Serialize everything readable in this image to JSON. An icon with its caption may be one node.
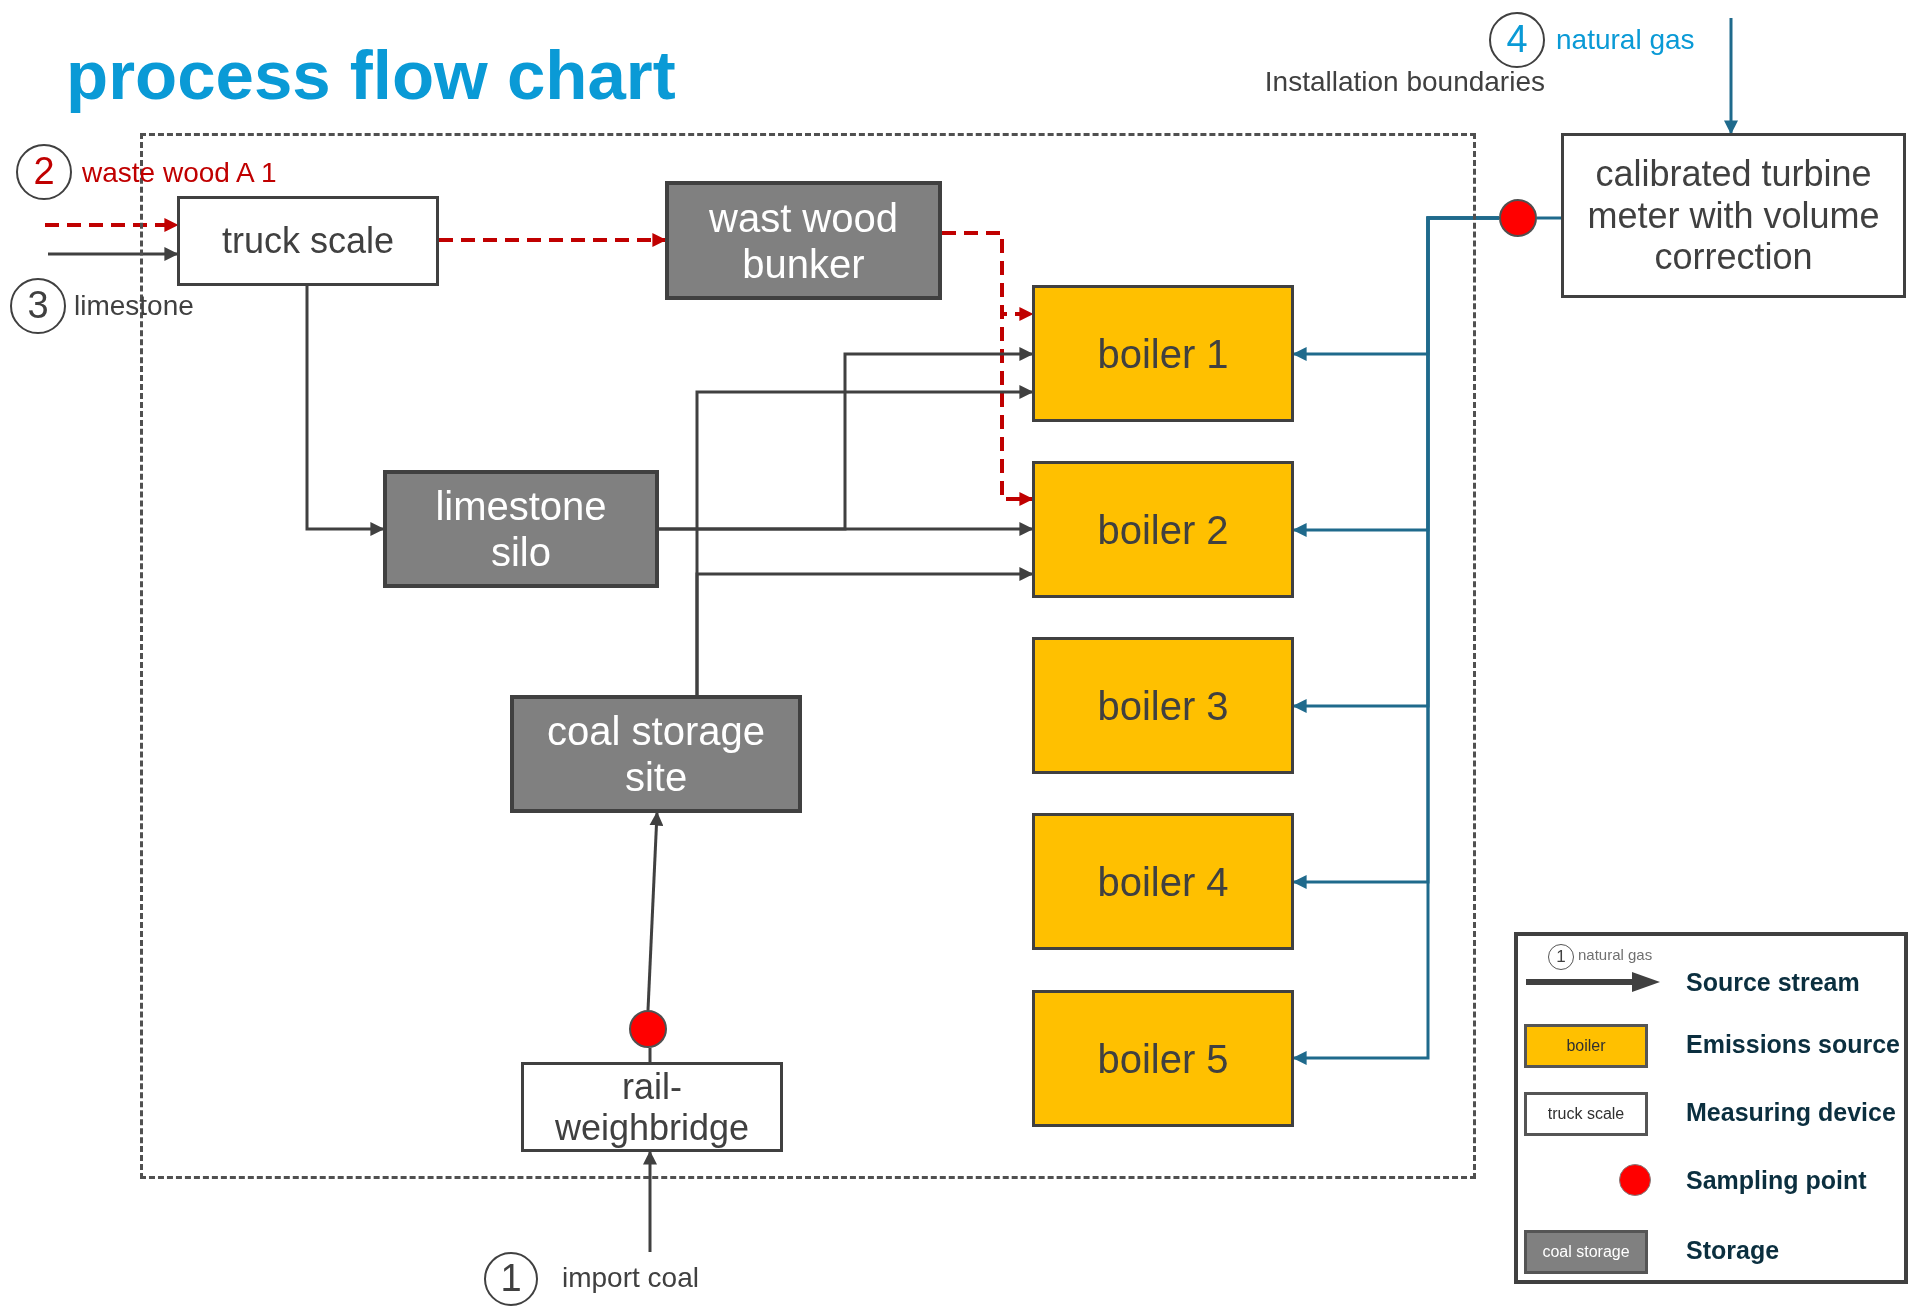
{
  "diagram": {
    "title": "process flow chart",
    "nodes": [
      {
        "text": [
          "Installation boundaries"
        ]
      },
      {
        "text": [
          "truck scale"
        ],
        "in": 0
      },
      {
        "text": [
          "wast wood bunker"
        ],
        "in": 0
      },
      {
        "text": [
          "limestone silo"
        ],
        "in": 0
      },
      {
        "text": [
          "coal storage site"
        ],
        "in": 0
      },
      {
        "text": [
          "rail-weighbridge"
        ],
        "in": 0
      },
      {
        "text": [
          "boiler 1"
        ],
        "in": 0
      },
      {
        "text": [
          "boiler 2"
        ],
        "in": 0
      },
      {
        "text": [
          "boiler 3"
        ],
        "in": 0
      },
      {
        "text": [
          "boiler 4"
        ],
        "in": 0
      },
      {
        "text": [
          "boiler 5"
        ],
        "in": 0
      },
      {
        "text": [
          "calibrated turbine meter with volume correction"
        ]
      },
      {
        "text": [],
        "shape": "circle"
      },
      {
        "text": [],
        "shape": "circle",
        "in": 0
      },
      {
        "text": [
          "1"
        ],
        "beside": [
          "import coal"
        ]
      },
      {
        "text": [
          "2"
        ],
        "beside": [
          "waste wood A 1"
        ]
      },
      {
        "text": [
          "3"
        ],
        "beside": [
          "limestone"
        ]
      },
      {
        "text": [
          "4"
        ],
        "beside": [
          "natural gas"
        ]
      }
    ],
    "edges": [
      {
        "from": null,
        "to": 1,
        "arrow": "to",
        "style": "dashed",
        "color": "#c00000"
      },
      {
        "from": null,
        "to": 1,
        "arrow": "to"
      },
      {
        "from": 1,
        "to": 2,
        "arrow": "to",
        "style": "dashed",
        "color": "#c00000"
      },
      {
        "from": 1,
        "to": 3,
        "arrow": "to"
      },
      {
        "from": 2,
        "to": 6,
        "arrow": "to",
        "style": "dashed",
        "color": "#c00000"
      },
      {
        "from": 2,
        "to": 7,
        "arrow": "to",
        "style": "dashed",
        "color": "#c00000"
      },
      {
        "from": 3,
        "to": 6,
        "arrow": "to"
      },
      {
        "from": 3,
        "to": 7,
        "arrow": "to"
      },
      {
        "from": 4,
        "to": 6,
        "arrow": "to"
      },
      {
        "from": 4,
        "to": 7,
        "arrow": "to"
      },
      {
        "from": 14,
        "to": 5,
        "arrow": "to"
      },
      {
        "from": 5,
        "to": 13,
        "arrow": "none"
      },
      {
        "from": 13,
        "to": 4,
        "arrow": "to"
      },
      {
        "from": null,
        "to": 11,
        "arrow": "to",
        "color": "#1f6a8c"
      },
      {
        "from": 11,
        "to": 12,
        "arrow": "none",
        "color": "#1f6a8c"
      },
      {
        "from": 12,
        "to": 6,
        "arrow": "to",
        "color": "#1f6a8c"
      },
      {
        "from": 12,
        "to": 7,
        "arrow": "to",
        "color": "#1f6a8c"
      },
      {
        "from": 12,
        "to": 8,
        "arrow": "to",
        "color": "#1f6a8c"
      },
      {
        "from": 12,
        "to": 9,
        "arrow": "to",
        "color": "#1f6a8c"
      },
      {
        "from": 12,
        "to": 10,
        "arrow": "to",
        "color": "#1f6a8c"
      }
    ],
    "labels": [
      "1",
      "natural gas",
      "boiler",
      "truck scale",
      "coal storage"
    ],
    "legend": [
      {
        "text": "Source stream"
      },
      {
        "text": "Emissions source",
        "color": "#ffc000"
      },
      {
        "text": "Measuring device",
        "color": "#ffffff"
      },
      {
        "text": "Sampling point",
        "color": "#ff0000"
      },
      {
        "text": "Storage",
        "color": "#808080"
      }
    ]
  }
}
